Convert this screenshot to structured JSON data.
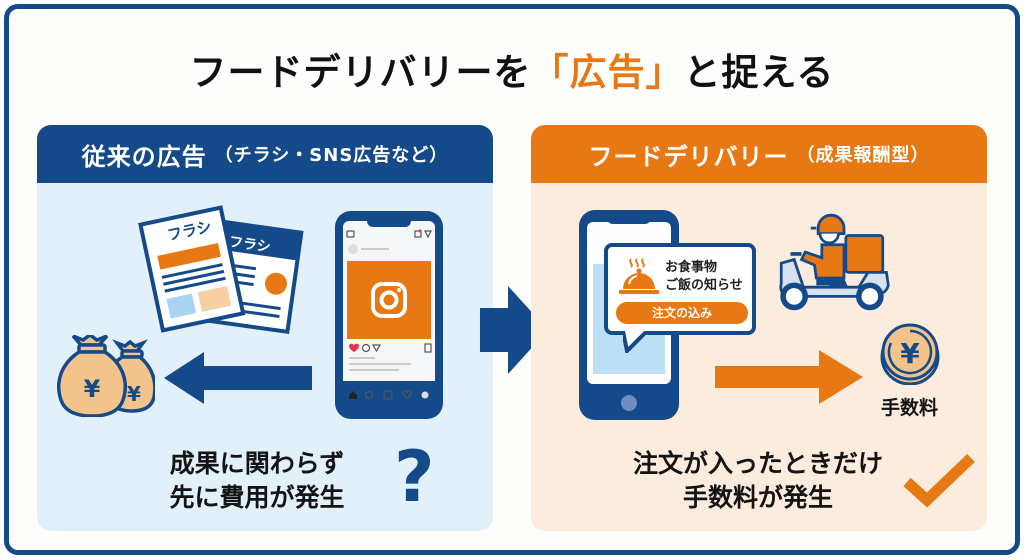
{
  "title": {
    "prefix": "フードデリバリーを",
    "highlight": "「広告」",
    "suffix": "と捉える"
  },
  "left_panel": {
    "header": "従来の広告",
    "header_sub": "（チラシ・SNS広告など）",
    "flyer_front_label": "フラシ",
    "flyer_back_label": "フラシ",
    "caption_line1": "成果に関わらず",
    "caption_line2": "先に費用が発生",
    "question_mark": "?",
    "icons": [
      "flyer-icon",
      "smartphone-instagram-icon",
      "money-bag-icon",
      "arrow-left-icon",
      "question-icon"
    ]
  },
  "center": {
    "icons": [
      "arrow-right-icon"
    ]
  },
  "right_panel": {
    "header": "フードデリバリー",
    "header_sub": "（成果報酬型）",
    "notification_line1": "お食事物",
    "notification_line2": "ご飯の知らせ",
    "order_button": "注文の込み",
    "fee_label": "手数料",
    "caption_line1": "注文が入ったときだけ",
    "caption_line2": "手数料が発生",
    "icons": [
      "smartphone-notification-icon",
      "cloche-icon",
      "delivery-scooter-icon",
      "arrow-right-icon",
      "yen-coin-icon",
      "checkmark-icon"
    ]
  },
  "colors": {
    "navy": "#154a8a",
    "orange": "#e87813",
    "left_bg": "#e2f0fa",
    "right_bg": "#fcecde",
    "money_tan": "#f2c48c"
  }
}
